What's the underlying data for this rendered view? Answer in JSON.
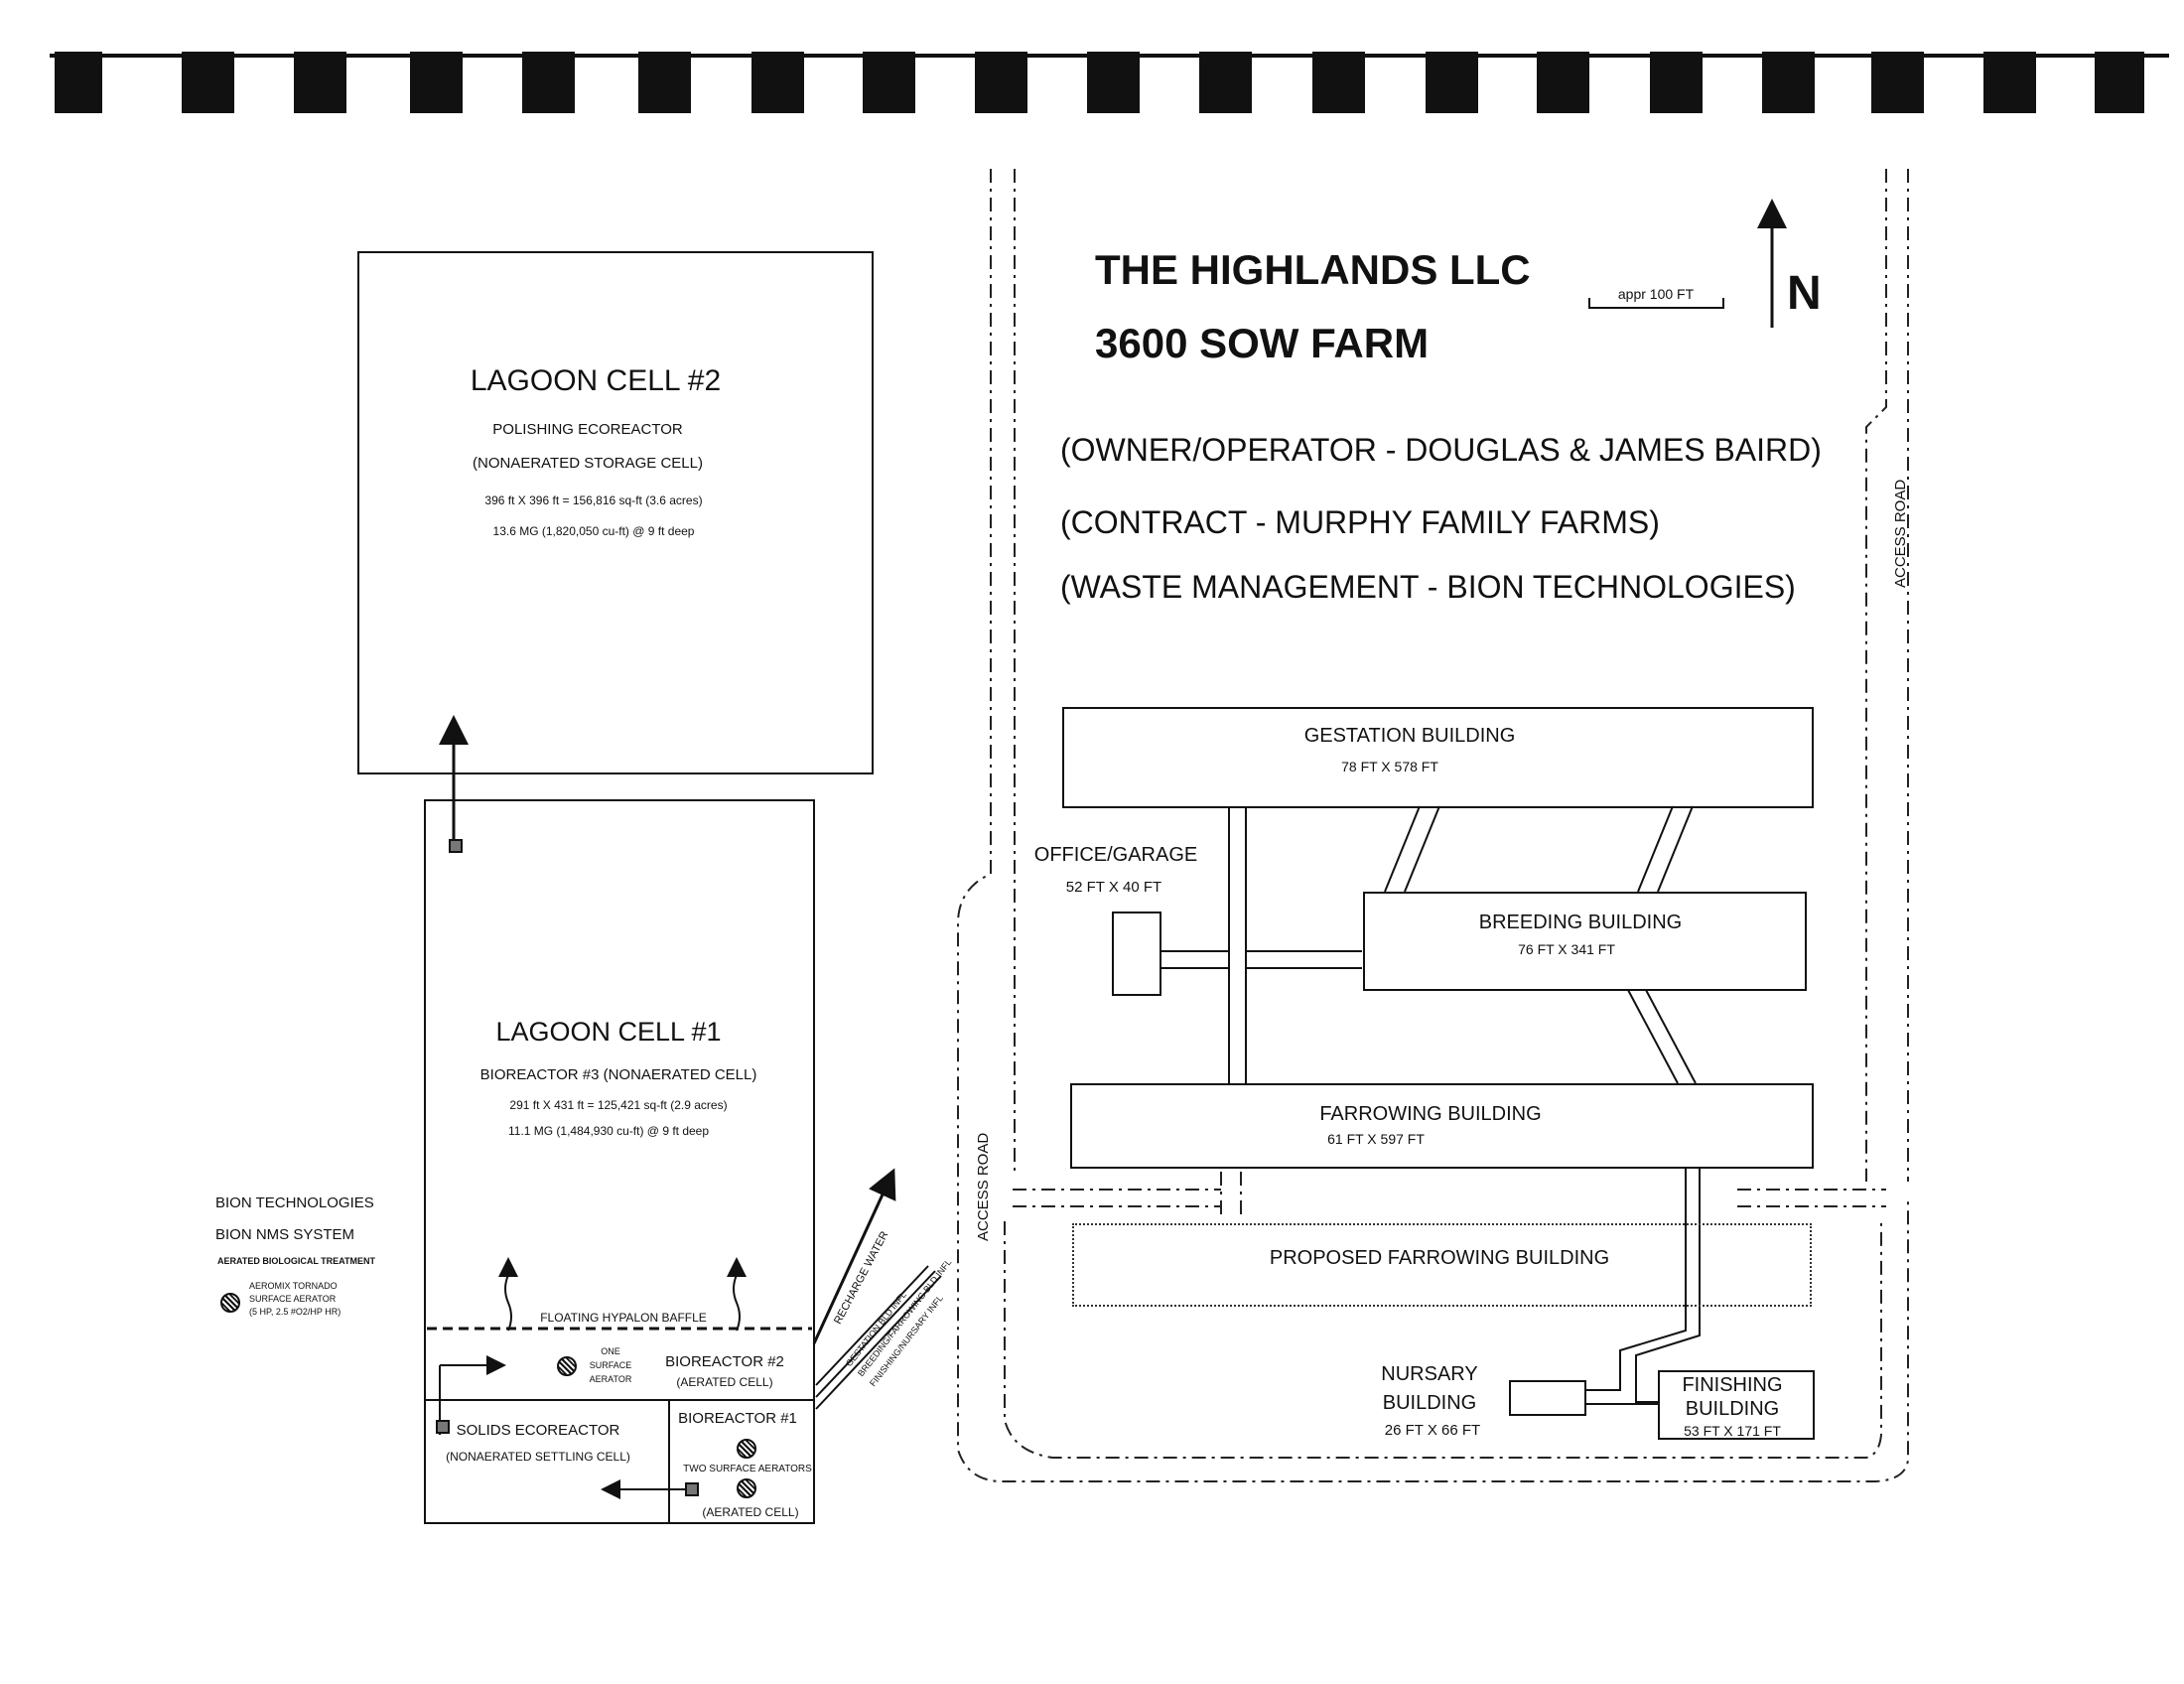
{
  "farm": {
    "title_line1": "THE HIGHLANDS LLC",
    "title_line2": "3600 SOW FARM",
    "scale_label": "appr 100 FT",
    "north_label": "N",
    "owner": "(OWNER/OPERATOR - DOUGLAS & JAMES BAIRD)",
    "contract": "(CONTRACT - MURPHY FAMILY FARMS)",
    "waste": "(WASTE MANAGEMENT - BION TECHNOLOGIES)"
  },
  "roads": {
    "access_road_east": "ACCESS ROAD",
    "access_road_west": "ACCESS ROAD"
  },
  "buildings": {
    "gestation": {
      "name": "GESTATION BUILDING",
      "size": "78 FT X 578 FT"
    },
    "office": {
      "name": "OFFICE/GARAGE",
      "size": "52 FT X 40 FT"
    },
    "breeding": {
      "name": "BREEDING BUILDING",
      "size": "76 FT X 341 FT"
    },
    "farrowing": {
      "name": "FARROWING BUILDING",
      "size": "61 FT X 597 FT"
    },
    "proposed": {
      "name": "PROPOSED FARROWING BUILDING"
    },
    "nursary": {
      "name_line1": "NURSARY",
      "name_line2": "BUILDING",
      "size": "26 FT X 66 FT"
    },
    "finishing": {
      "name_line1": "FINISHING",
      "name_line2": "BUILDING",
      "size": "53 FT X 171 FT"
    }
  },
  "lagoon2": {
    "title": "LAGOON CELL #2",
    "subtitle": "POLISHING ECOREACTOR",
    "type": "(NONAERATED STORAGE CELL)",
    "area": "396 ft X 396 ft = 156,816 sq-ft (3.6 acres)",
    "volume": "13.6 MG (1,820,050 cu-ft) @ 9 ft deep"
  },
  "lagoon1": {
    "title": "LAGOON CELL #1",
    "subtitle": "BIOREACTOR #3 (NONAERATED CELL)",
    "area": "291 ft X 431 ft = 125,421 sq-ft (2.9 acres)",
    "volume": "11.1 MG (1,484,930 cu-ft) @ 9 ft deep",
    "baffle": "FLOATING HYPALON BAFFLE"
  },
  "bioreactor2": {
    "name": "BIOREACTOR #2",
    "type": "(AERATED CELL)",
    "aerator_line1": "ONE",
    "aerator_line2": "SURFACE",
    "aerator_line3": "AERATOR"
  },
  "bioreactor1": {
    "name": "BIOREACTOR #1",
    "aerators": "TWO SURFACE AERATORS",
    "type": "(AERATED CELL)"
  },
  "solids": {
    "name": "SOLIDS ECOREACTOR",
    "type": "(NONAERATED SETTLING CELL)"
  },
  "flows": {
    "recharge": "RECHARGE WATER",
    "pipe1": "GESTATION BLD INFL",
    "pipe2": "BREEDING/FARROWING BLD INFL",
    "pipe3": "FINISHING/NURSARY INFL"
  },
  "legend": {
    "line1": "BION TECHNOLOGIES",
    "line2": "BION NMS SYSTEM",
    "line3": "AERATED BIOLOGICAL TREATMENT",
    "aerator_line1": "AEROMIX TORNADO",
    "aerator_line2": "SURFACE AERATOR",
    "aerator_line3": "(5 HP, 2.5 #O2/HP HR)"
  }
}
